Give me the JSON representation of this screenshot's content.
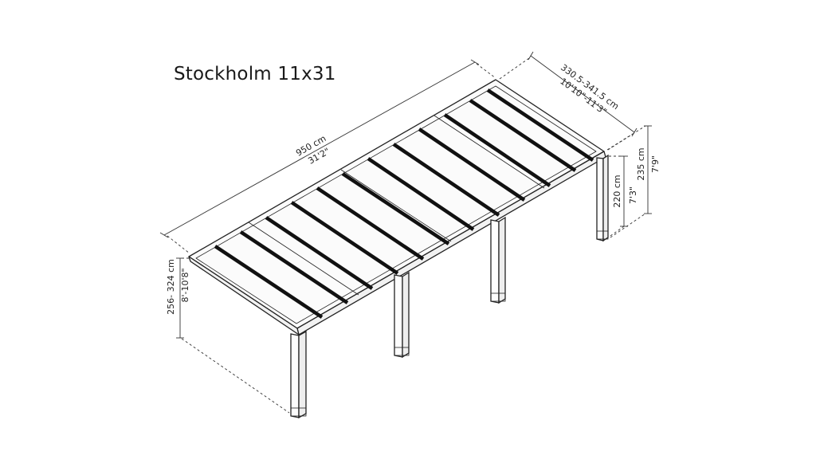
{
  "title": "Stockholm 11x31",
  "colors": {
    "background": "#ffffff",
    "line": "#222222",
    "slat": "#111111",
    "dimension": "#333333"
  },
  "dimensions": {
    "length": {
      "metric": "950 cm",
      "imperial": "31'2\""
    },
    "depth": {
      "metric": "330.5-341.5 cm",
      "imperial": "10'10\"-11'3\""
    },
    "height_low": {
      "metric": "220 cm",
      "imperial": "7'3\""
    },
    "height_high": {
      "metric": "235 cm",
      "imperial": "7'9\""
    },
    "height_front": {
      "metric": "256- 324 cm",
      "imperial": "8'-10'8\""
    }
  }
}
